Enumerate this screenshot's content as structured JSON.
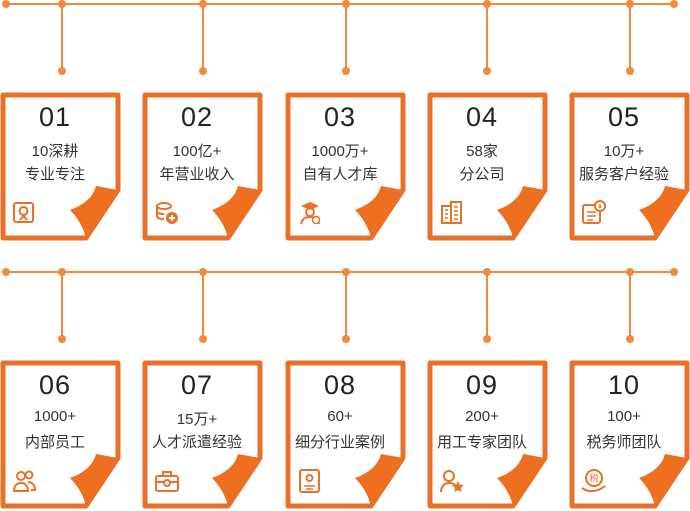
{
  "colors": {
    "accent": "#f08a3c",
    "card_border": "#e8712a",
    "fold": "#ed6f1f"
  },
  "rows": [
    {
      "cards": [
        {
          "number": "01",
          "line1": "10深耕",
          "line2": "专业专注",
          "icon": "certificate-icon"
        },
        {
          "number": "02",
          "line1": "100亿+",
          "line2": "年营业收入",
          "icon": "coins-plus-icon"
        },
        {
          "number": "03",
          "line1": "1000万+",
          "line2": "自有人才库",
          "icon": "graduate-icon"
        },
        {
          "number": "04",
          "line1": "58家",
          "line2": "分公司",
          "icon": "buildings-icon"
        },
        {
          "number": "05",
          "line1": "10万+",
          "line2": "服务客户经验",
          "icon": "client-profile-icon"
        }
      ]
    },
    {
      "cards": [
        {
          "number": "06",
          "line1": "1000+",
          "line2": "内部员工",
          "icon": "people-icon"
        },
        {
          "number": "07",
          "line1": "15万+",
          "line2": "人才派遣经验",
          "icon": "briefcase-icon"
        },
        {
          "number": "08",
          "line1": "60+",
          "line2": "细分行业案例",
          "icon": "case-file-icon"
        },
        {
          "number": "09",
          "line1": "200+",
          "line2": "用工专家团队",
          "icon": "expert-star-icon"
        },
        {
          "number": "10",
          "line1": "100+",
          "line2": "税务师团队",
          "icon": "tax-hand-icon"
        }
      ]
    }
  ]
}
